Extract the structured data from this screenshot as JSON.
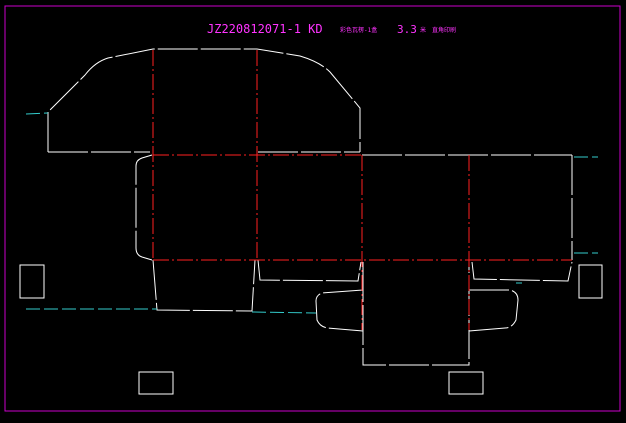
{
  "drawing": {
    "title_code": "JZ220812071-1 KD",
    "title_desc": "彩色瓦楞-1盒",
    "title_qty": "3.3",
    "title_unit": "米",
    "title_note": "直角印刷"
  },
  "colors": {
    "background": "#000000",
    "border": "#cc00cc",
    "title": "#ff33ff",
    "cut_line": "#ffffff",
    "fold_line": "#ff2020",
    "guide_line": "#33cccc"
  }
}
